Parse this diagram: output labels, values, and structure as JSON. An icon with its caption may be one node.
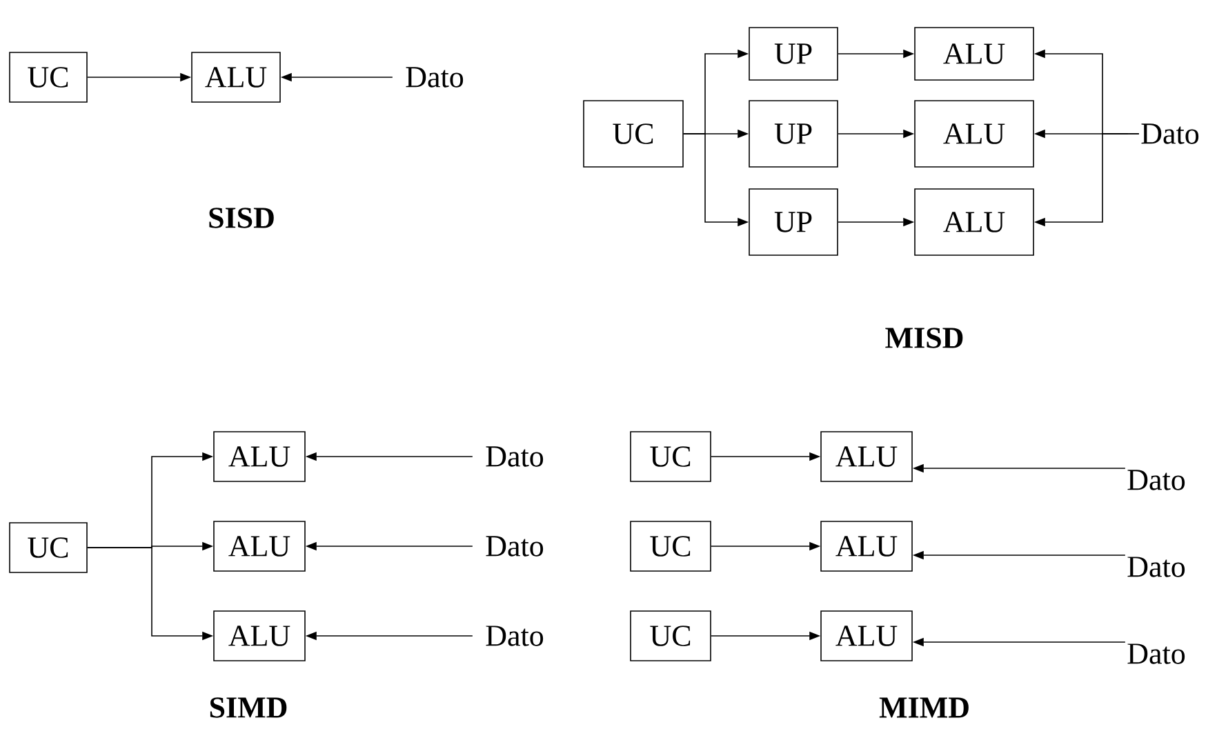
{
  "diagram": {
    "nodes": [
      {
        "text": [
          "UC"
        ]
      },
      {
        "text": [
          "ALU"
        ]
      },
      {
        "text": [
          "Dato"
        ]
      },
      {
        "text": [
          "UC"
        ]
      },
      {
        "text": [
          "UP"
        ]
      },
      {
        "text": [
          "ALU"
        ]
      },
      {
        "text": [
          "UP"
        ]
      },
      {
        "text": [
          "ALU"
        ]
      },
      {
        "text": [
          "UP"
        ]
      },
      {
        "text": [
          "ALU"
        ]
      },
      {
        "text": [
          "Dato"
        ]
      },
      {
        "text": [
          "UC"
        ]
      },
      {
        "text": [
          "ALU"
        ]
      },
      {
        "text": [
          "Dato"
        ]
      },
      {
        "text": [
          "ALU"
        ]
      },
      {
        "text": [
          "Dato"
        ]
      },
      {
        "text": [
          "ALU"
        ]
      },
      {
        "text": [
          "Dato"
        ]
      },
      {
        "text": [
          "UC"
        ]
      },
      {
        "text": [
          "ALU"
        ]
      },
      {
        "text": [
          "Dato"
        ]
      },
      {
        "text": [
          "UC"
        ]
      },
      {
        "text": [
          "ALU"
        ]
      },
      {
        "text": [
          "Dato"
        ]
      },
      {
        "text": [
          "UC"
        ]
      },
      {
        "text": [
          "ALU"
        ]
      },
      {
        "text": [
          "Dato"
        ]
      }
    ],
    "edges": [
      {
        "from": 0,
        "to": 1,
        "arrow": "to"
      },
      {
        "from": 2,
        "to": 1,
        "arrow": "to"
      },
      {
        "from": 3,
        "to": 4,
        "arrow": "to"
      },
      {
        "from": 3,
        "to": 6,
        "arrow": "to"
      },
      {
        "from": 3,
        "to": 8,
        "arrow": "to"
      },
      {
        "from": 4,
        "to": 5,
        "arrow": "to"
      },
      {
        "from": 6,
        "to": 7,
        "arrow": "to"
      },
      {
        "from": 8,
        "to": 9,
        "arrow": "to"
      },
      {
        "from": 10,
        "to": 5,
        "arrow": "to"
      },
      {
        "from": 10,
        "to": 7,
        "arrow": "to"
      },
      {
        "from": 10,
        "to": 9,
        "arrow": "to"
      },
      {
        "from": 11,
        "to": 12,
        "arrow": "to"
      },
      {
        "from": 11,
        "to": 14,
        "arrow": "to"
      },
      {
        "from": 11,
        "to": 16,
        "arrow": "to"
      },
      {
        "from": 13,
        "to": 12,
        "arrow": "to"
      },
      {
        "from": 15,
        "to": 14,
        "arrow": "to"
      },
      {
        "from": 17,
        "to": 16,
        "arrow": "to"
      },
      {
        "from": 18,
        "to": 19,
        "arrow": "to"
      },
      {
        "from": 20,
        "to": 19,
        "arrow": "to"
      },
      {
        "from": 21,
        "to": 22,
        "arrow": "to"
      },
      {
        "from": 23,
        "to": 22,
        "arrow": "to"
      },
      {
        "from": 24,
        "to": 25,
        "arrow": "to"
      },
      {
        "from": 26,
        "to": 25,
        "arrow": "to"
      }
    ],
    "labels": [
      "SISD",
      "MISD",
      "SIMD",
      "MIMD"
    ]
  }
}
